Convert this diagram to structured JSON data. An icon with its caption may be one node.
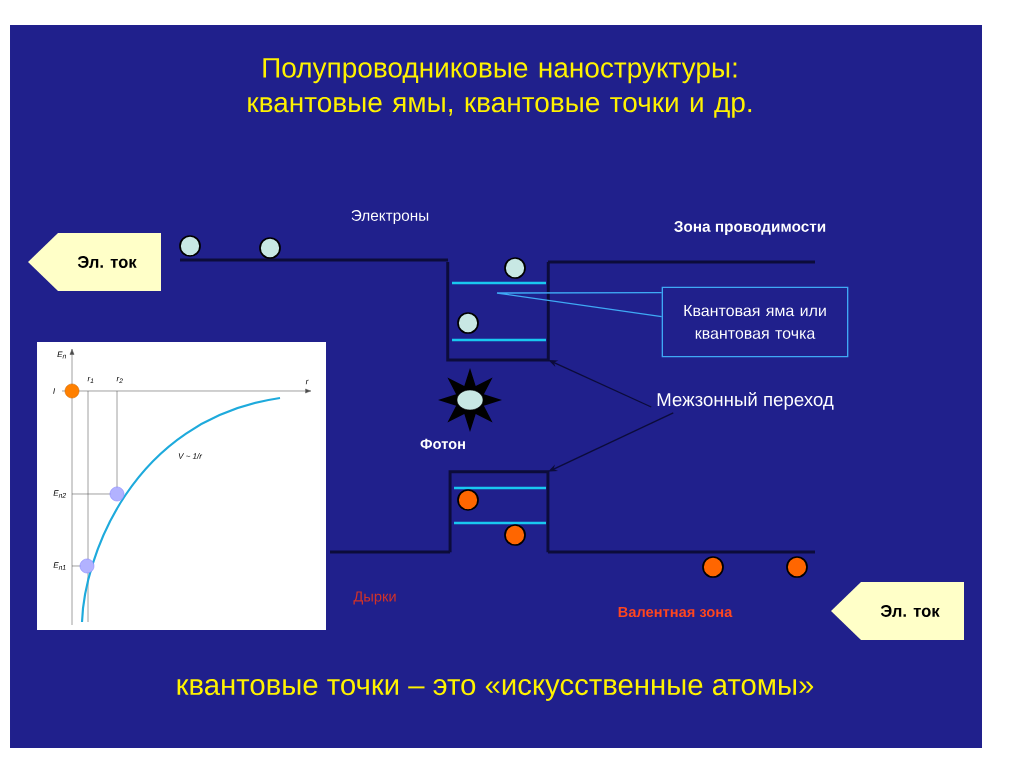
{
  "diagram": {
    "title": "Полупроводниковые наноструктуры: квантовые ямы, квантовые точки и др.",
    "caption": "квантовые точки – это «искусственные атомы»",
    "nodes": [
      {
        "text": [
          "Эл. ток"
        ]
      },
      {
        "text": [
          "Эл. ток"
        ]
      },
      {
        "text": [
          "Квантовая яма или квантовая точка"
        ]
      },
      {
        "text": [
          "Межзонный переход"
        ]
      },
      {
        "text": [],
        "shape": "box"
      },
      {
        "text": [],
        "shape": "box"
      }
    ],
    "edges": [
      {
        "from": 2,
        "to": null,
        "arrow": "none",
        "color": "#3fa9f5"
      },
      {
        "from": 3,
        "to": 4,
        "arrow": "to"
      },
      {
        "from": 3,
        "to": 5,
        "arrow": "to"
      }
    ],
    "labels": [
      "Электроны",
      "Зона проводимости",
      "Фотон",
      "Дырки",
      "Валентная зона",
      "E$_{n}$",
      "r$_{1}$",
      "r$_{2}$",
      "r",
      "I",
      "V ~ 1/r",
      "E$_{n2}$",
      "E$_{n1}$"
    ]
  }
}
